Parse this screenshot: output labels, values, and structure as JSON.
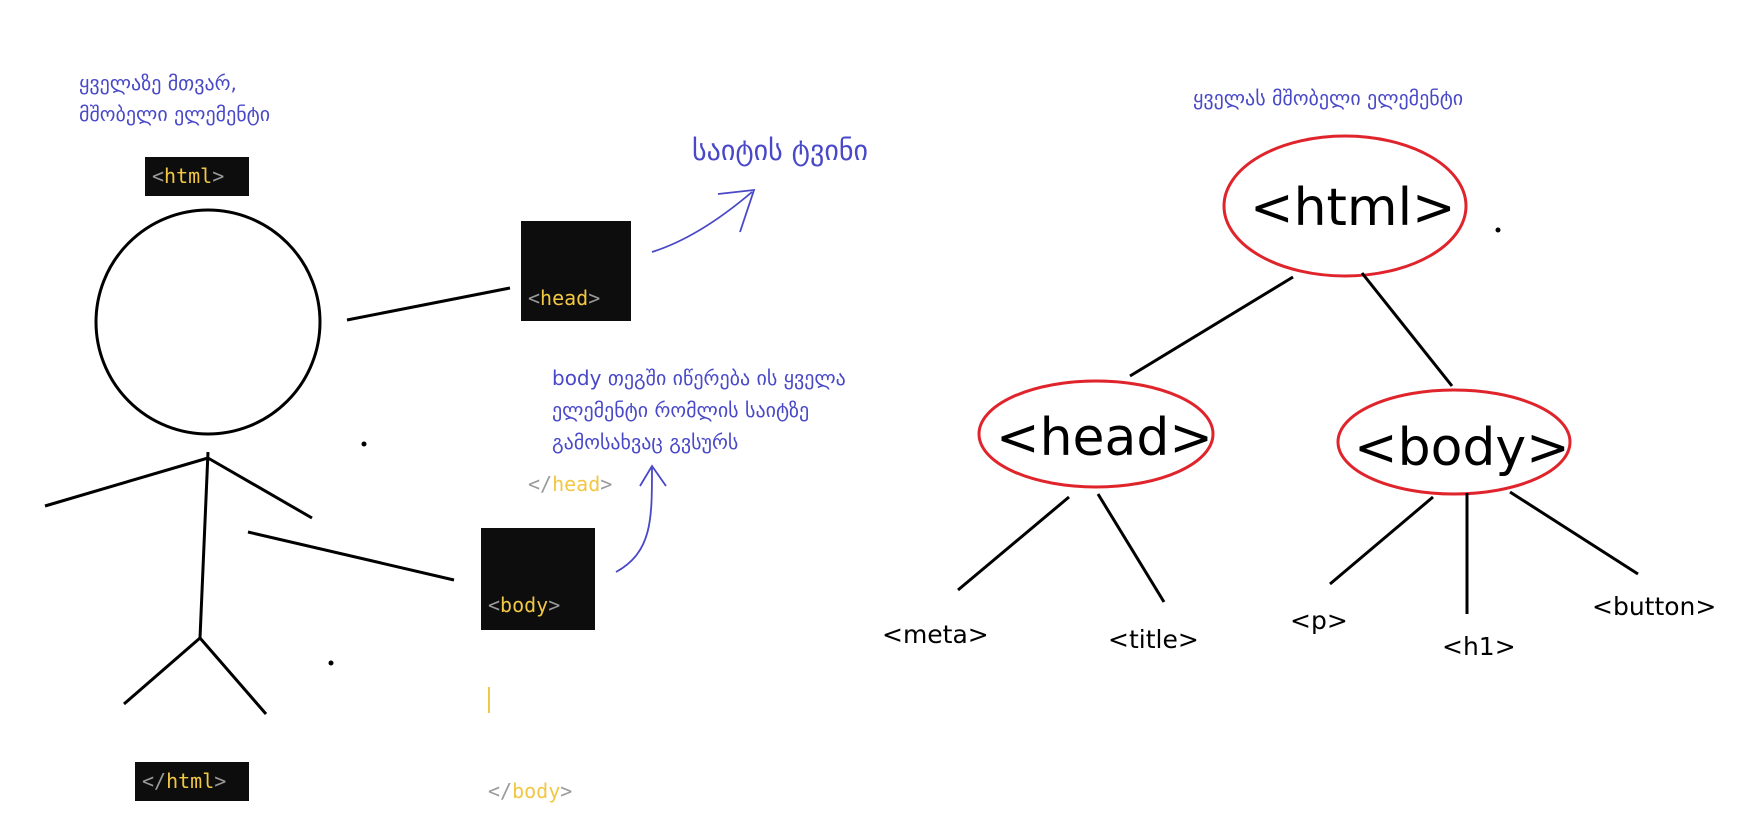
{
  "left_panel": {
    "note_top_line1": "ყველაზე მთვარ,",
    "note_top_line2": "მშობელი ელემენტი",
    "brain_note": "საიტის ტვინი",
    "body_note_line1": "body თეგში იწერება ის ყველა",
    "body_note_line2": "ელემენტი რომლის საიტზე",
    "body_note_line3": "გამოსახვაც გვსურს",
    "code_html_open": {
      "lt": "<",
      "tag": "html",
      "gt": ">"
    },
    "code_head_open": {
      "lt": "<",
      "tag": "head",
      "gt": ">"
    },
    "code_head_close": {
      "lt": "</",
      "tag": "head",
      "gt": ">"
    },
    "code_body_open": {
      "lt": "<",
      "tag": "body",
      "gt": ">"
    },
    "code_body_close": {
      "lt": "</",
      "tag": "body",
      "gt": ">"
    },
    "code_html_close": {
      "lt": "</",
      "tag": "html",
      "gt": ">"
    }
  },
  "tree": {
    "title": "ყველას მშობელი ელემენტი",
    "root": "<html>",
    "head": "<head>",
    "body": "<body>",
    "head_children": [
      "<meta>",
      "<title>"
    ],
    "body_children": [
      "<p>",
      "<h1>",
      "<button>"
    ]
  },
  "colors": {
    "note_text": "#4848c8",
    "ellipse_stroke": "#e0242c",
    "code_bg": "#0d0d0d",
    "code_tag": "#f2c744",
    "code_bracket": "#9a9a9a"
  }
}
